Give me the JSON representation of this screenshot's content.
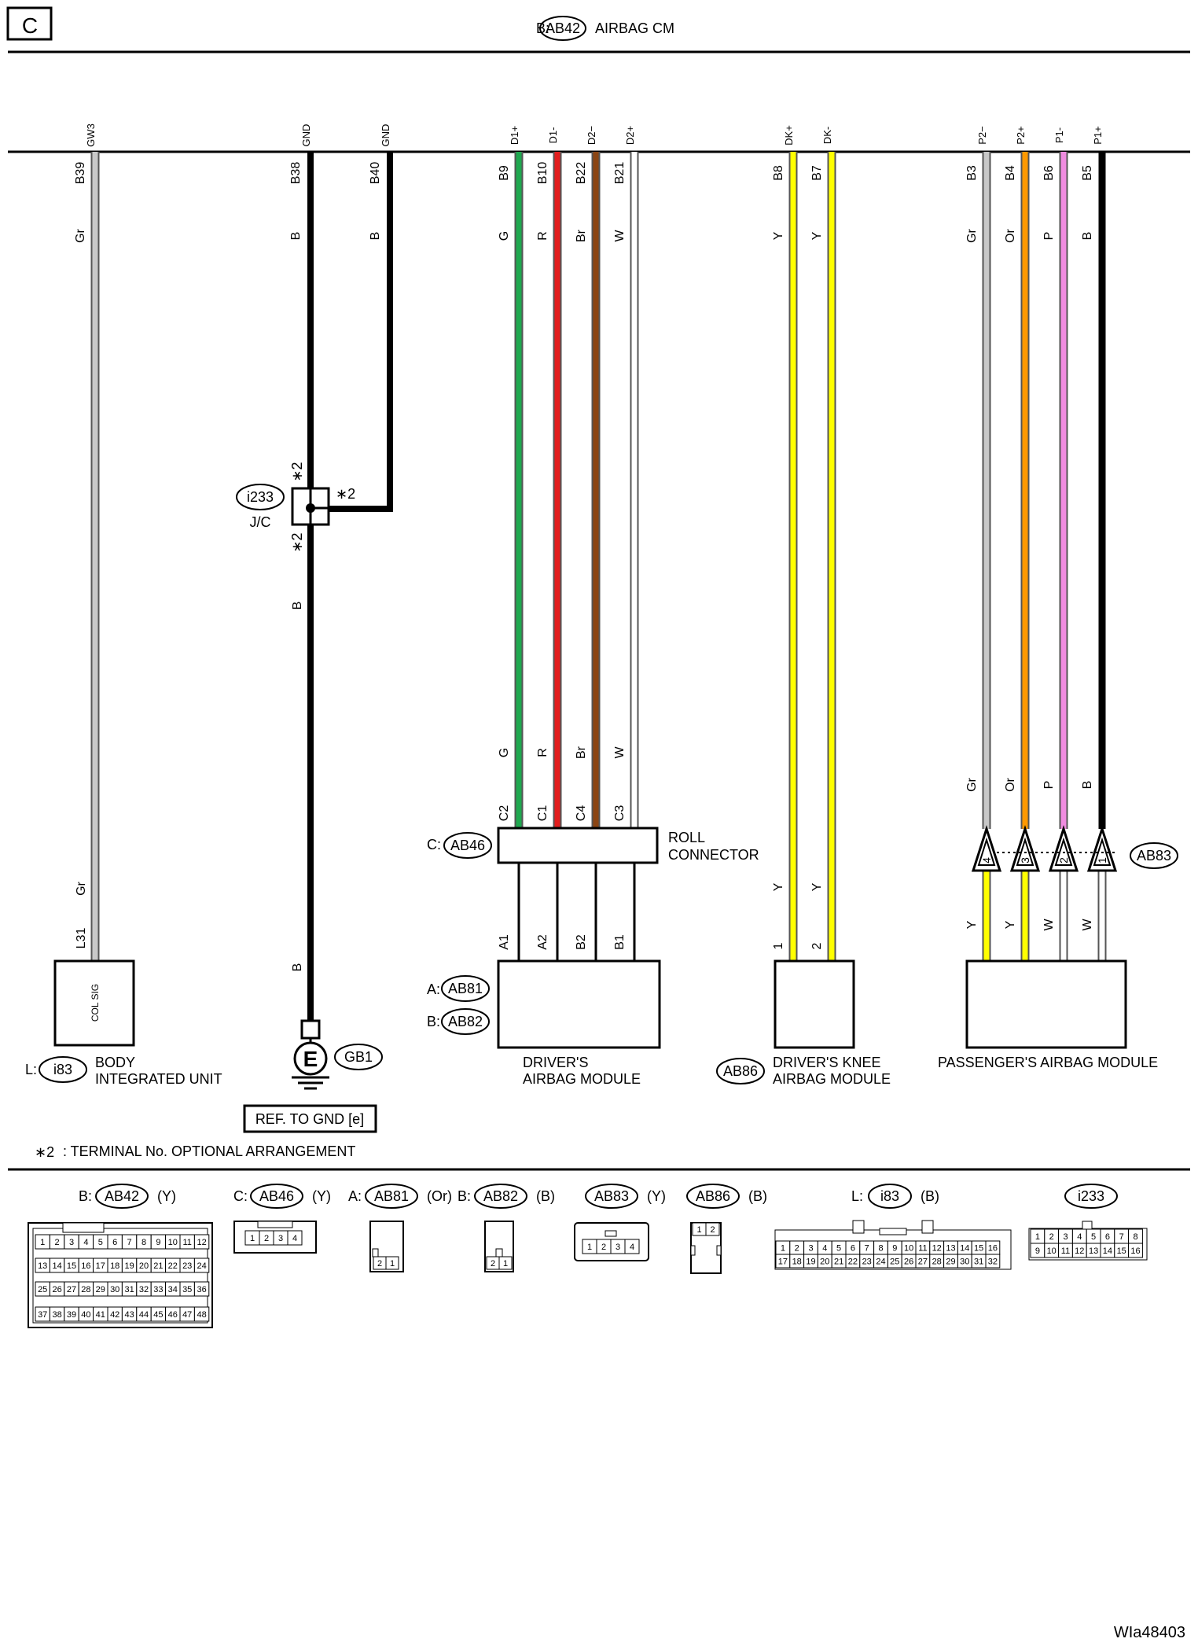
{
  "page_ref": "C",
  "header": {
    "prefix": "B:",
    "connector": "AB42",
    "title": "AIRBAG CM"
  },
  "colors": {
    "black": "#000000",
    "gray": "#c8c8c8",
    "green": "#1fa84f",
    "red": "#e21d1d",
    "brown": "#8b4513",
    "white": "#ffffff",
    "yellow": "#ffff00",
    "orange": "#ff9900",
    "pink": "#f08ce0"
  },
  "pins": [
    {
      "func": "GW3",
      "terminal": "B39",
      "color_top": "Gr"
    },
    {
      "func": "GND",
      "terminal": "B38",
      "color_top": "B"
    },
    {
      "func": "GND",
      "terminal": "B40",
      "color_top": "B"
    },
    {
      "func": "D1+",
      "terminal": "B9",
      "color_top": "G",
      "color_bot": "G",
      "term_bot": "C2"
    },
    {
      "func": "D1-",
      "terminal": "B10",
      "color_top": "R",
      "color_bot": "R",
      "term_bot": "C1"
    },
    {
      "func": "D2−",
      "terminal": "B22",
      "color_top": "Br",
      "color_bot": "Br",
      "term_bot": "C4"
    },
    {
      "func": "D2+",
      "terminal": "B21",
      "color_top": "W",
      "color_bot": "W",
      "term_bot": "C3"
    },
    {
      "func": "DK+",
      "terminal": "B8",
      "color_top": "Y"
    },
    {
      "func": "DK-",
      "terminal": "B7",
      "color_top": "Y"
    },
    {
      "func": "P2−",
      "terminal": "B3",
      "color_top": "Gr",
      "color_bot": "Gr"
    },
    {
      "func": "P2+",
      "terminal": "B4",
      "color_top": "Or",
      "color_bot": "Or"
    },
    {
      "func": "P1-",
      "terminal": "B6",
      "color_top": "P",
      "color_bot": "P"
    },
    {
      "func": "P1+",
      "terminal": "B5",
      "color_top": "B",
      "color_bot": "B"
    }
  ],
  "left": {
    "color_low": "Gr",
    "terminal_low": "L31",
    "unit_text": "COL SIG",
    "prefix": "L:",
    "connector": "i83",
    "label_l1": "BODY",
    "label_l2": "INTEGRATED UNIT"
  },
  "ground": {
    "jc_connector": "i233",
    "jc_label": "J/C",
    "opt_mark": "∗2",
    "color_mid": "B",
    "color_low": "B",
    "symbol": "E",
    "connector": "GB1",
    "ref_label": "REF. TO GND [e]"
  },
  "roll": {
    "prefix": "C:",
    "connector": "AB46",
    "label_l1": "ROLL",
    "label_l2": "CONNECTOR",
    "out_terms": [
      "A1",
      "A2",
      "B2",
      "B1"
    ]
  },
  "driver": {
    "prefix_a": "A:",
    "connector_a": "AB81",
    "prefix_b": "B:",
    "connector_b": "AB82",
    "label_l1": "DRIVER'S",
    "label_l2": "AIRBAG MODULE"
  },
  "knee": {
    "connector": "AB86",
    "label_l1": "DRIVER'S KNEE",
    "label_l2": "AIRBAG MODULE",
    "colors": [
      "Y",
      "Y"
    ],
    "terms": [
      "1",
      "2"
    ]
  },
  "passenger": {
    "connector": "AB83",
    "label": "PASSENGER'S AIRBAG MODULE",
    "pins": [
      "4",
      "3",
      "2",
      "1"
    ],
    "colors_low": [
      "Y",
      "Y",
      "W",
      "W"
    ]
  },
  "note": {
    "mark": "∗2",
    "text": ": TERMINAL No. OPTIONAL ARRANGEMENT"
  },
  "connectors": [
    {
      "prefix": "B:",
      "name": "AB42",
      "color": "(Y)",
      "rows": [
        [
          "1",
          "2",
          "3",
          "4",
          "5",
          "6",
          "7",
          "8",
          "9",
          "10",
          "11",
          "12"
        ],
        [
          "13",
          "14",
          "15",
          "16",
          "17",
          "18",
          "19",
          "20",
          "21",
          "22",
          "23",
          "24"
        ],
        [
          "25",
          "26",
          "27",
          "28",
          "29",
          "30",
          "31",
          "32",
          "33",
          "34",
          "35",
          "36"
        ],
        [
          "37",
          "38",
          "39",
          "40",
          "41",
          "42",
          "43",
          "44",
          "45",
          "46",
          "47",
          "48"
        ]
      ]
    },
    {
      "prefix": "C:",
      "name": "AB46",
      "color": "(Y)",
      "rows": [
        [
          "1",
          "2",
          "3",
          "4"
        ]
      ]
    },
    {
      "prefix": "A:",
      "name": "AB81",
      "color": "(Or)",
      "rows": [
        [
          "2",
          "1"
        ]
      ]
    },
    {
      "prefix": "B:",
      "name": "AB82",
      "color": "(B)",
      "rows": [
        [
          "2",
          "1"
        ]
      ]
    },
    {
      "prefix": "",
      "name": "AB83",
      "color": "(Y)",
      "rows": [
        [
          "1",
          "2",
          "3",
          "4"
        ]
      ]
    },
    {
      "prefix": "",
      "name": "AB86",
      "color": "(B)",
      "rows": [
        [
          "1",
          "2"
        ]
      ]
    },
    {
      "prefix": "L:",
      "name": "i83",
      "color": "(B)",
      "rows": [
        [
          "1",
          "2",
          "3",
          "4",
          "5",
          "6",
          "7",
          "8",
          "9",
          "10",
          "11",
          "12",
          "13",
          "14",
          "15",
          "16"
        ],
        [
          "17",
          "18",
          "19",
          "20",
          "21",
          "22",
          "23",
          "24",
          "25",
          "26",
          "27",
          "28",
          "29",
          "30",
          "31",
          "32"
        ]
      ]
    },
    {
      "prefix": "",
      "name": "i233",
      "color": "",
      "rows": [
        [
          "1",
          "2",
          "3",
          "4",
          "5",
          "6",
          "7",
          "8"
        ],
        [
          "9",
          "10",
          "11",
          "12",
          "13",
          "14",
          "15",
          "16"
        ]
      ]
    }
  ],
  "figure_id": "WIa48403"
}
